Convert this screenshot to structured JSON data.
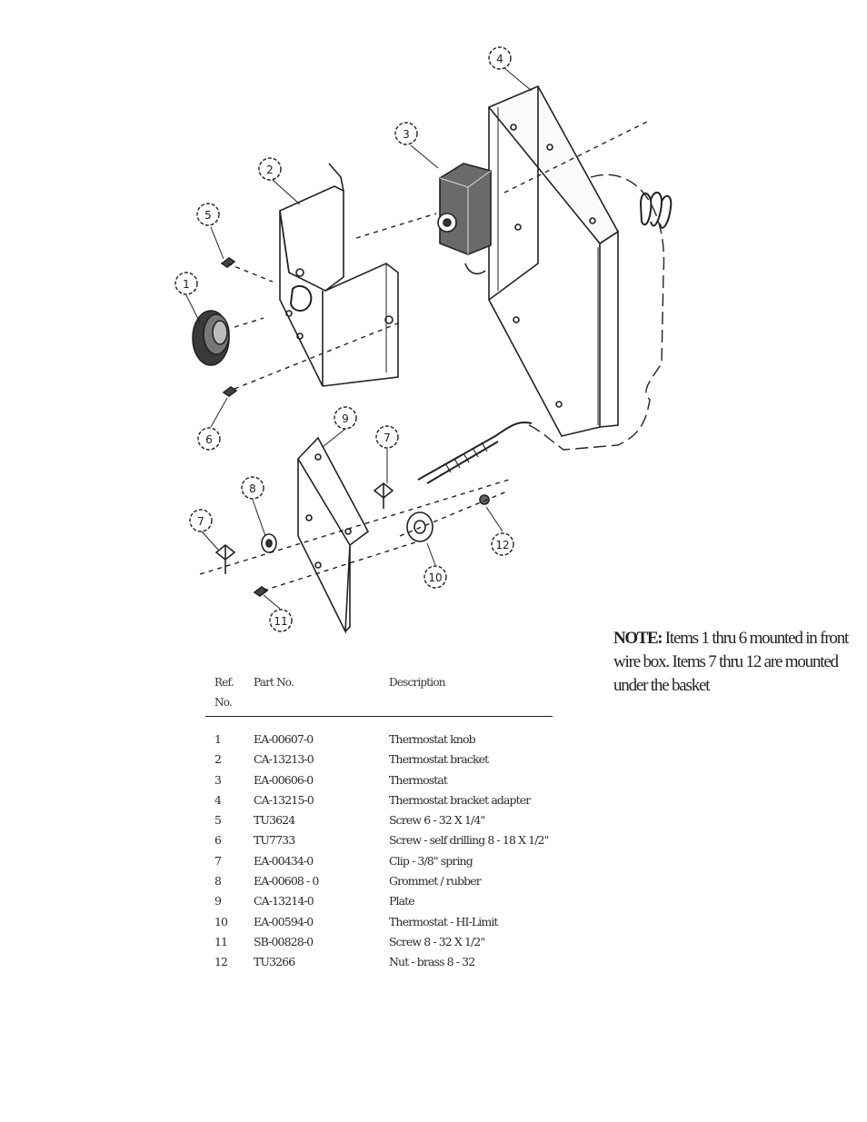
{
  "diagram": {
    "callouts": [
      "1",
      "2",
      "3",
      "4",
      "5",
      "6",
      "7",
      "8",
      "9",
      "7",
      "10",
      "11",
      "12"
    ]
  },
  "note": {
    "label": "NOTE:",
    "text": "Items 1 thru 6 mounted in front wire box. Items 7 thru 12 are mounted under the basket"
  },
  "table": {
    "headers": {
      "ref": "Ref.",
      "ref2": "No.",
      "part": "Part No.",
      "desc": "Description"
    },
    "rows": [
      {
        "ref": "1",
        "part": "EA-00607-0",
        "desc": "Thermostat knob"
      },
      {
        "ref": "2",
        "part": "CA-13213-0",
        "desc": "Thermostat bracket"
      },
      {
        "ref": "3",
        "part": "EA-00606-0",
        "desc": "Thermostat"
      },
      {
        "ref": "4",
        "part": "CA-13215-0",
        "desc": "Thermostat bracket adapter"
      },
      {
        "ref": "5",
        "part": "TU3624",
        "desc": "Screw 6 - 32 X 1/4\""
      },
      {
        "ref": "6",
        "part": "TU7733",
        "desc": "Screw - self drilling 8 - 18 X 1/2\""
      },
      {
        "ref": "7",
        "part": "EA-00434-0",
        "desc": "Clip - 3/8\" spring"
      },
      {
        "ref": "8",
        "part": "EA-00608 - 0",
        "desc": "Grommet / rubber"
      },
      {
        "ref": "9",
        "part": "CA-13214-0",
        "desc": "Plate"
      },
      {
        "ref": "10",
        "part": "EA-00594-0",
        "desc": "Thermostat - HI-Limit"
      },
      {
        "ref": "11",
        "part": "SB-00828-0",
        "desc": "Screw 8 - 32 X 1/2\""
      },
      {
        "ref": "12",
        "part": "TU3266",
        "desc": "Nut - brass 8 - 32"
      }
    ]
  }
}
